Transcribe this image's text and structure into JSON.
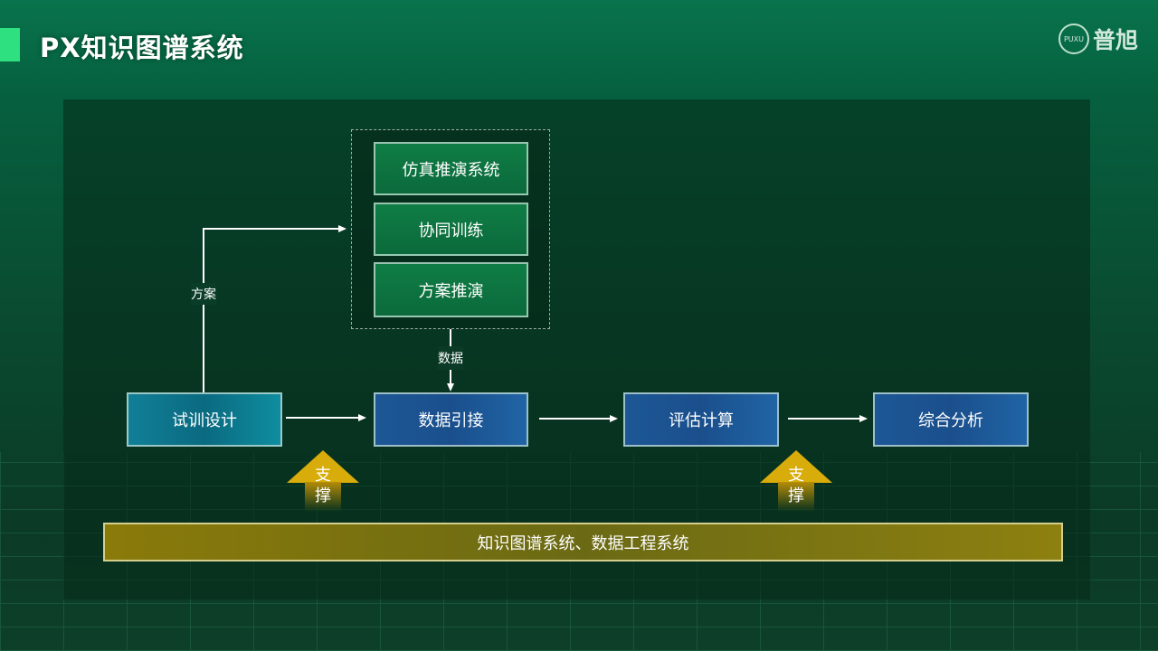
{
  "header": {
    "title": "PX知识图谱系统",
    "logo_text": "PUXU",
    "logo_cn": "普旭"
  },
  "flow": {
    "top_boxes": [
      "仿真推演系统",
      "协同训练",
      "方案推演"
    ],
    "main_boxes": [
      "试训设计",
      "数据引接",
      "评估计算",
      "综合分析"
    ],
    "label_plan": "方案",
    "label_data": "数据"
  },
  "support": {
    "label": "支\n撑",
    "chars": [
      "支",
      "撑"
    ]
  },
  "base_bar": "知识图谱系统、数据工程系统",
  "colors": {
    "accent": "#2ee07f",
    "teal": "#117f98",
    "blue": "#1d5795",
    "green": "#0f7d45",
    "gold": "#d8ac0a"
  }
}
